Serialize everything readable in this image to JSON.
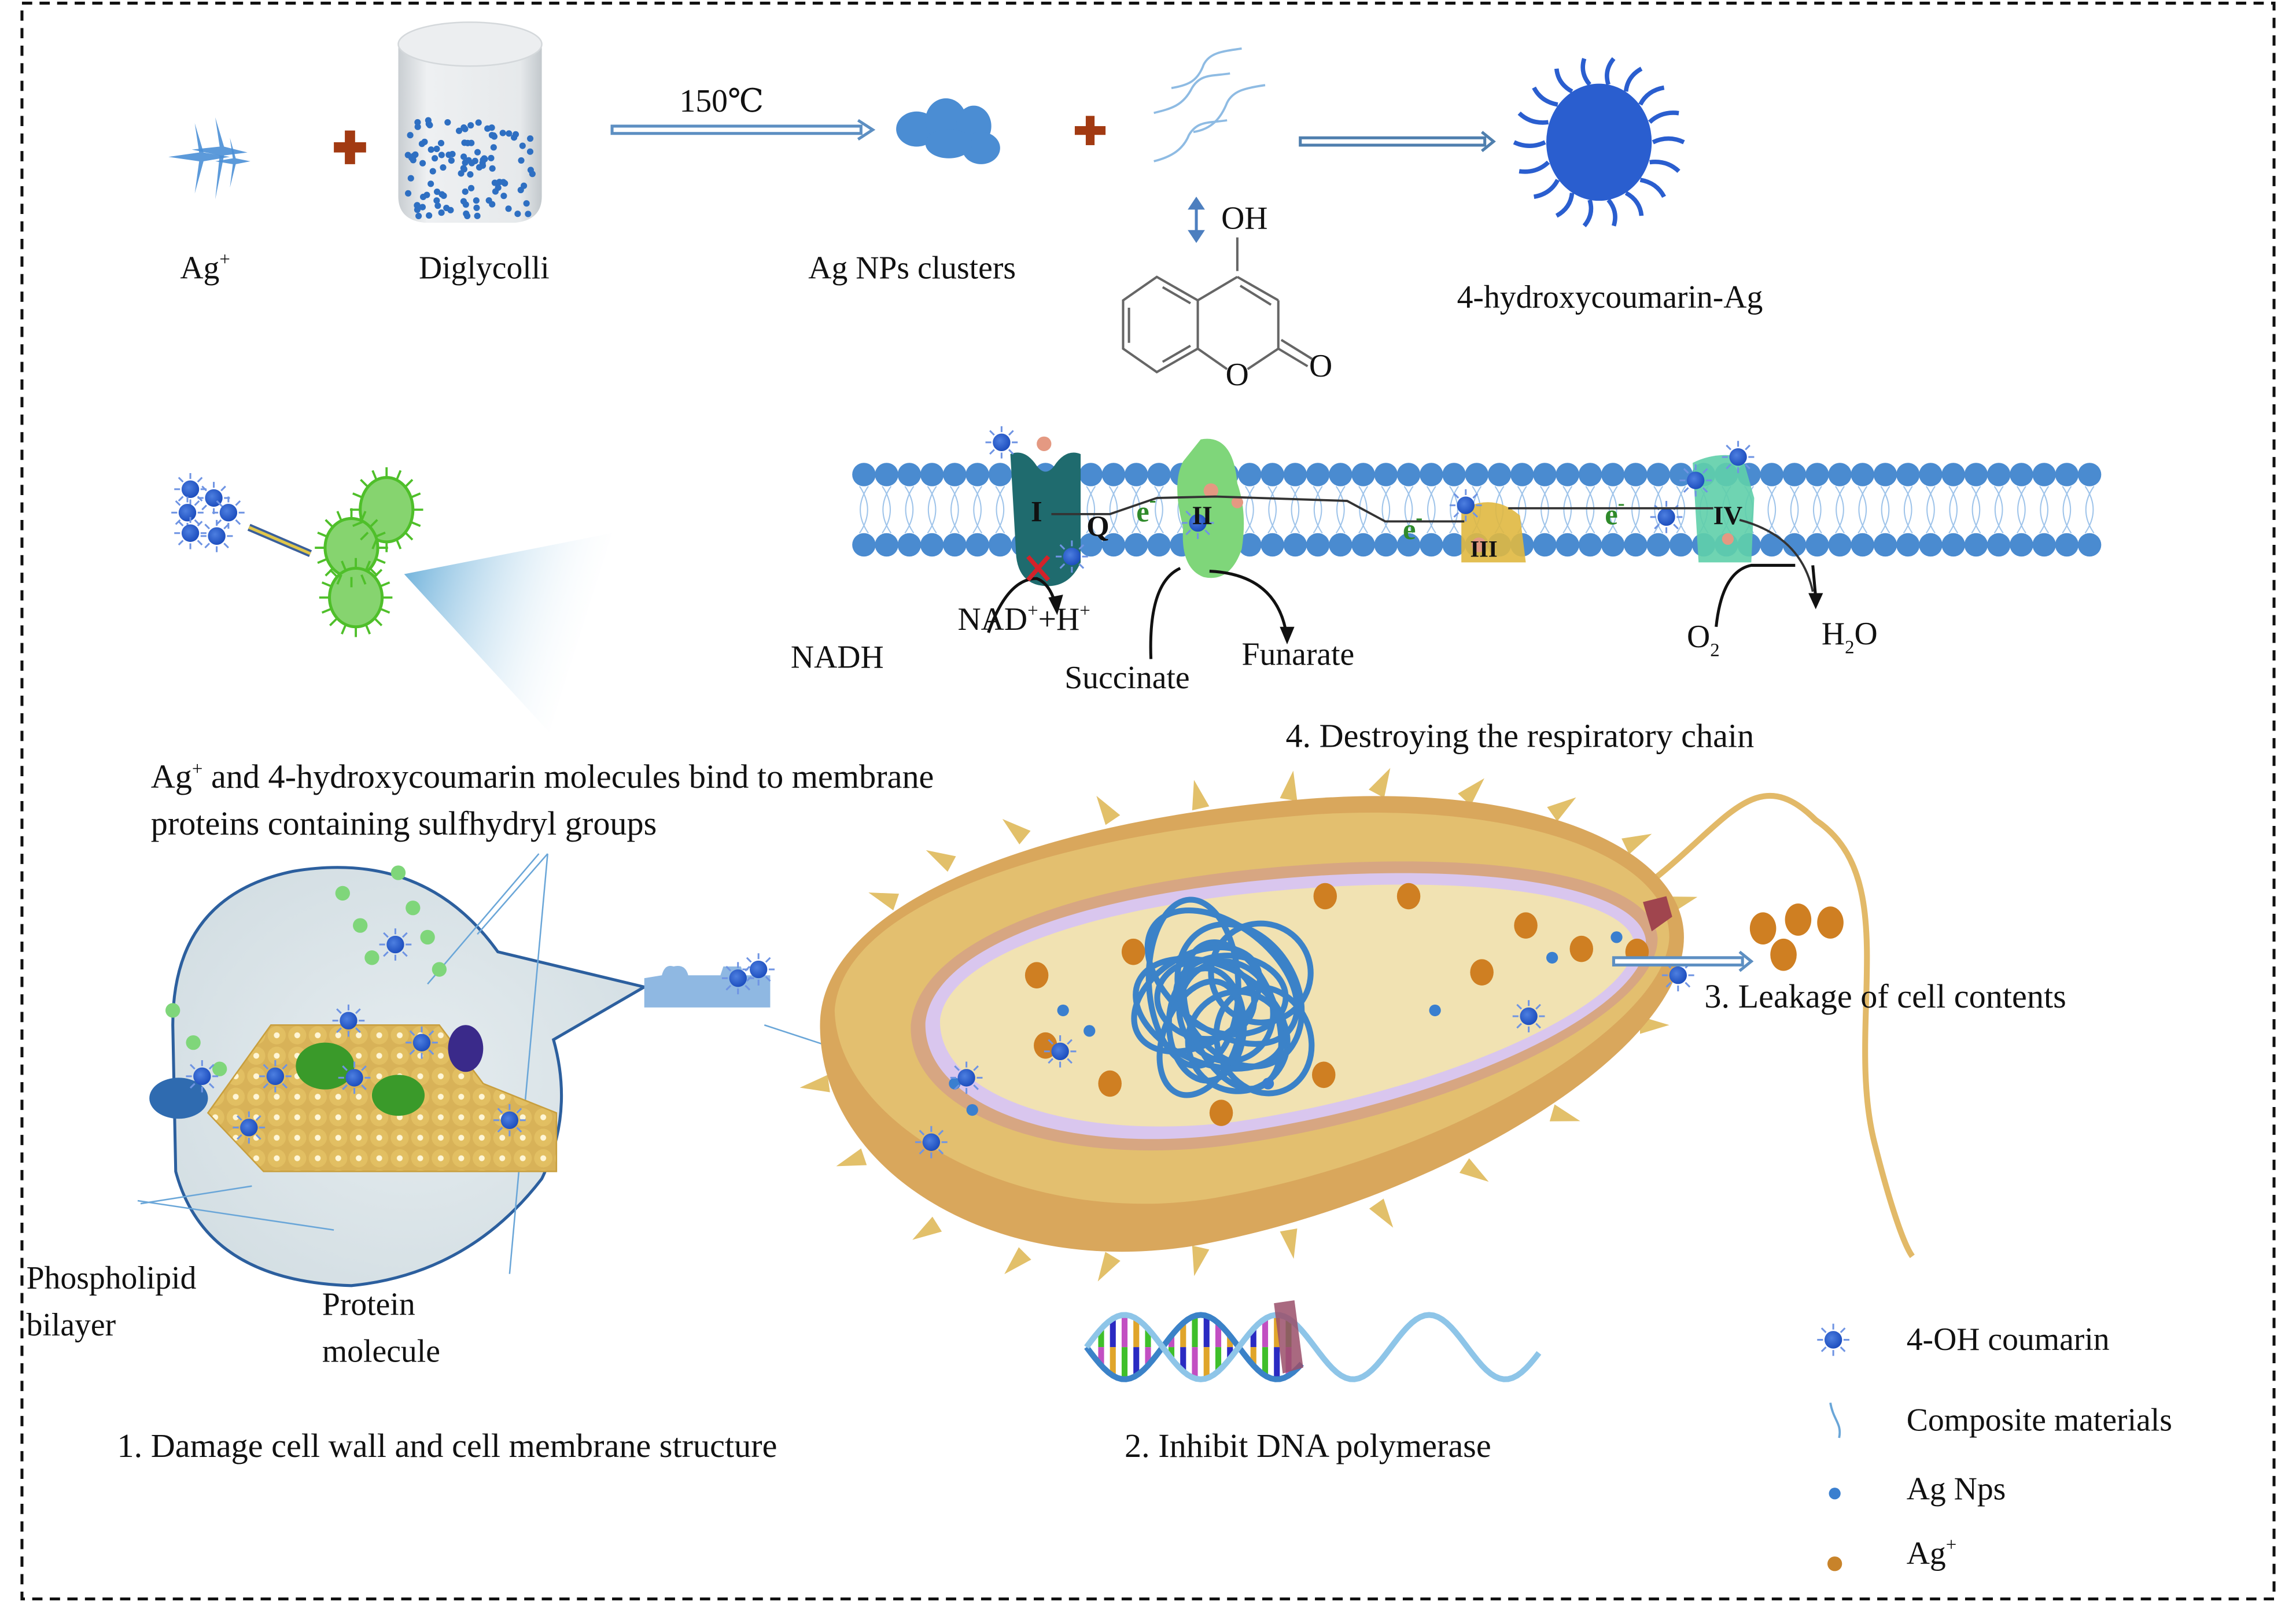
{
  "synthesis": {
    "reactant_1": {
      "label": "Ag",
      "superscript": "+"
    },
    "reactant_2": {
      "label": "Diglycolli"
    },
    "condition": "150℃",
    "intermediate": {
      "label": "Ag NPs clusters"
    },
    "product": {
      "label": "4-hydroxycoumarin-Ag"
    },
    "coumarin_structure": {
      "oh_label": "OH",
      "ring_o_label": "O",
      "carbonyl_o_label": "O"
    }
  },
  "binding_note": {
    "line_1_prefix": "Ag",
    "line_1_sup": "+",
    "line_1_rest": " and 4-hydroxycoumarin molecules bind to membrane",
    "line_2": "proteins containing sulfhydryl groups"
  },
  "respiratory_chain": {
    "complexes": [
      "I",
      "Q",
      "II",
      "III",
      "IV"
    ],
    "electron_label": "e",
    "electron_sup": "-",
    "nadh": "NADH",
    "nad_product": {
      "nad": "NAD",
      "sup1": "+",
      "plus": "+H",
      "sup2": "+"
    },
    "succinate": "Succinate",
    "fumarate": "Funarate",
    "oxygen": {
      "base": "O",
      "sub": "2"
    },
    "water": {
      "h": "H",
      "sub": "2",
      "o": "O"
    },
    "caption": "4. Destroying the respiratory chain"
  },
  "membrane_zoom": {
    "phospholipid_label_1": "Phospholipid",
    "phospholipid_label_2": "bilayer",
    "protein_label_1": "Protein",
    "protein_label_2": "molecule"
  },
  "captions": {
    "mechanism_1": "1. Damage cell wall and cell membrane structure",
    "mechanism_2": "2. Inhibit DNA polymerase",
    "mechanism_3": "3. Leakage of cell contents"
  },
  "legend": {
    "items": [
      {
        "icon": "coumarin-np-icon",
        "label": "4-OH coumarin",
        "color": "#2d5fcf"
      },
      {
        "icon": "fiber-icon",
        "label": "Composite materials",
        "color": "#6aa6d8"
      },
      {
        "icon": "ag-np-icon",
        "label": "Ag Nps",
        "color": "#3a7fcf"
      },
      {
        "icon": "ag-ion-icon",
        "label": "Ag",
        "sup": "+",
        "color": "#c8832a"
      }
    ]
  },
  "colors": {
    "membrane_head": "#4a8bd0",
    "cell_wall": "#e2b968",
    "cytoplasm": "#f1e2b2",
    "inner_membrane": "#d9c6ee",
    "dna_coil": "#3b82c8",
    "ag_ion": "#cf7f22",
    "plus_sign": "#a23a12",
    "complex_I": "#1f6b6e",
    "complex_II": "#7fd67a",
    "complex_III": "#e0b840",
    "complex_IV": "#5fcfaa",
    "block_x": "#d3222a"
  }
}
